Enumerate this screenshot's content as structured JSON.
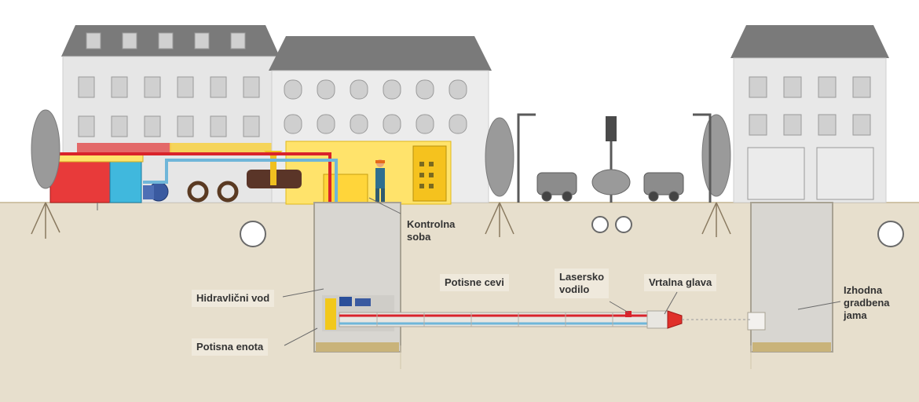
{
  "colors": {
    "sky": "#ffffff",
    "ground": "#e7dfcd",
    "building": "#e8e8e8",
    "roof": "#6f6f6f",
    "container": "#ffe36b",
    "hydraulic_red": "#d9232b",
    "hydraulic_blue": "#6fb6d9",
    "label_bg": "#efe9dc",
    "text": "#333333"
  },
  "labels": {
    "control_room": "Kontrolna\nsoba",
    "hydraulic_line": "Hidravlični vod",
    "jacking_unit": "Potisna enota",
    "jacking_pipes": "Potisne cevi",
    "laser_guide": "Lasersko\nvodilo",
    "drill_head": "Vrtalna glava",
    "exit_pit": "Izhodna\ngradbena\njama"
  }
}
